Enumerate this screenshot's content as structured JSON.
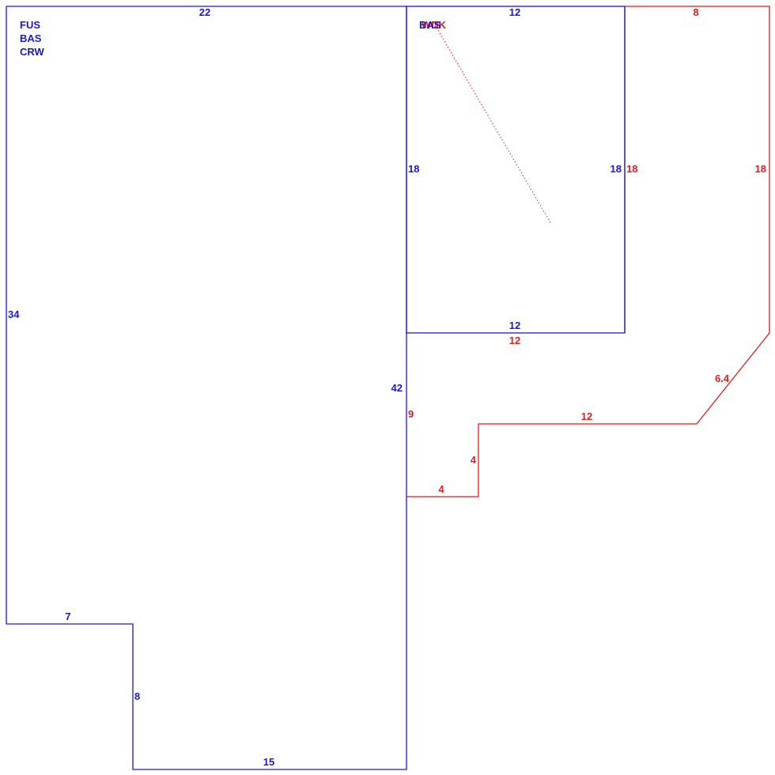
{
  "colors": {
    "main": "#1a1acc",
    "porch": "#dd1f1f"
  },
  "area_codes": {
    "main_1": "FUS",
    "main_2": "BAS",
    "main_3": "CRW",
    "section_blue": "BAS",
    "section_red": "WDK"
  },
  "dimensions": {
    "main_top": "22",
    "main_left": "34",
    "main_right": "42",
    "main_bottom": "15",
    "notch_top": "7",
    "notch_side": "8",
    "inner_top": "12",
    "inner_left": "18",
    "inner_right": "18",
    "inner_bottom": "12",
    "deck_top": "8",
    "deck_left": "18",
    "deck_right": "18",
    "deck_inner_bottom": "12",
    "deck_diagonal": "6.4",
    "deck_step": "12",
    "deck_lower_left": "9",
    "deck_riser": "4",
    "deck_base": "4"
  }
}
